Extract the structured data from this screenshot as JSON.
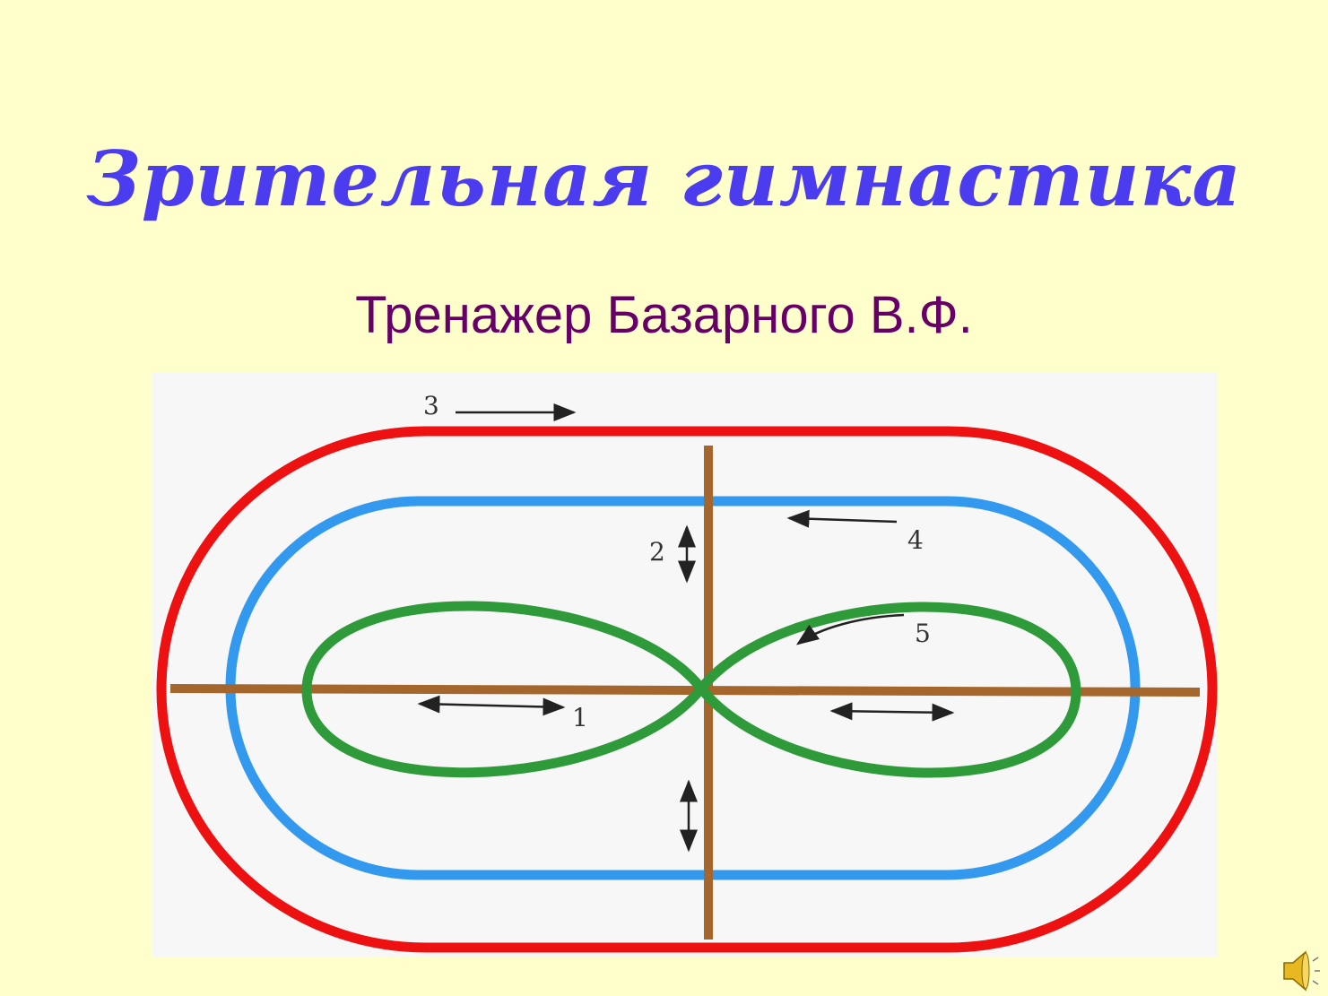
{
  "slide": {
    "title": "Зрительная гимнастика",
    "subtitle": "Тренажер Базарного В.Ф."
  },
  "diagram": {
    "labels": [
      "1",
      "2",
      "3",
      "4",
      "5"
    ],
    "colors": {
      "outer_track": "#ee1111",
      "middle_track": "#3399ee",
      "figure_eight": "#2e9a3a",
      "cross_lines": "#a4662c",
      "background": "#f7f7f7"
    }
  },
  "icons": {
    "sound": "speaker-icon"
  }
}
